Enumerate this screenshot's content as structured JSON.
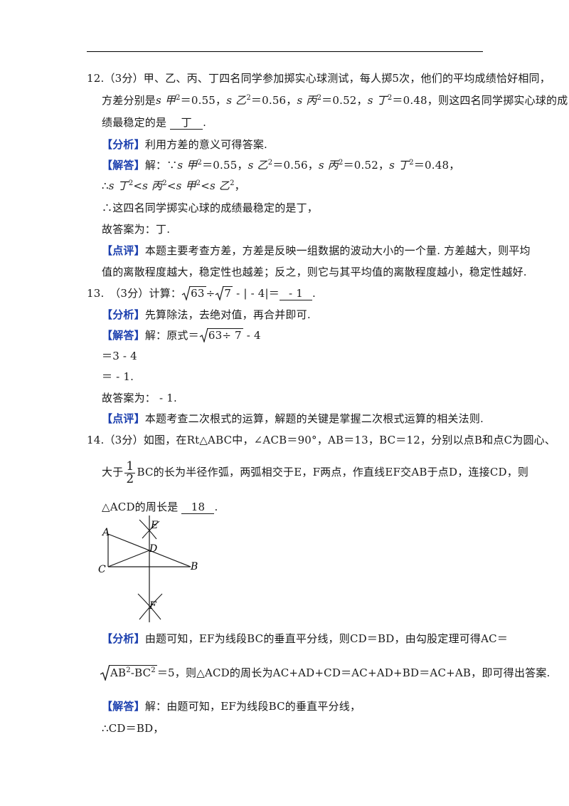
{
  "q12": {
    "line1": "12.（3分）甲、乙、丙、丁四名同学参加掷实心球测试，每人掷5次，他们的平均成绩恰好相同，",
    "line2": {
      "prefix": "方差分别是",
      "s_jia": "s 甲",
      "v_jia": "＝0.55，",
      "s_yi": "s 乙",
      "v_yi": "＝0.56，",
      "s_bing": "s 丙",
      "v_bing": "＝0.52，",
      "s_ding": "s 丁",
      "v_ding": "＝0.48，则这四名同学掷实心球的成"
    },
    "line3_prefix": "绩最稳定的是",
    "answer": "丁",
    "analysis_tag": "【分析】",
    "analysis": "利用方差的意义可得答案.",
    "solution_tag": "【解答】",
    "solution_line1": {
      "prefix": "解：∵",
      "s_jia": "s 甲",
      "v_jia": "＝0.55，",
      "s_yi": "s 乙",
      "v_yi": "＝0.56，",
      "s_bing": "s 丙",
      "v_bing": "＝0.52，",
      "s_ding": "s 丁",
      "v_ding": "＝0.48，"
    },
    "solution_line2": {
      "prefix": "∴",
      "a": "s 丁",
      "lt1": "<",
      "b": "s 丙",
      "lt2": "<",
      "c": "s 甲",
      "lt3": "<",
      "d": "s 乙",
      "end": "，"
    },
    "solution_line3": "∴这四名同学掷实心球的成绩最稳定的是丁，",
    "conclusion": "故答案为：丁.",
    "comment_tag": "【点评】",
    "comment_line1": "本题主要考查方差，方差是反映一组数据的波动大小的一个量. 方差越大，则平均",
    "comment_line2": "值的离散程度越大，稳定性也越差；反之，则它与其平均值的离散程度越小，稳定性越好."
  },
  "q13": {
    "prefix": "13.　（3分）计算：",
    "rad1": "63",
    "div": "÷",
    "rad2": "7",
    "rest": " - | - 4|＝",
    "answer": " - 1",
    "analysis_tag": "【分析】",
    "analysis": "先算除法，去绝对值，再合并即可.",
    "solution_tag": "【解答】",
    "solution_prefix": "解：原式＝",
    "solution_rad": "63÷ 7",
    "solution_rest": " - 4",
    "step2": "＝3 - 4",
    "step3": "＝ - 1.",
    "conclusion": "故答案为： - 1.",
    "comment_tag": "【点评】",
    "comment": "本题考查二次根式的运算，解题的关键是掌握二次根式运算的相关法则."
  },
  "q14": {
    "line1": "14.（3分）如图，在Rt△ABC中，∠ACB＝90°，AB＝13，BC＝12，分别以点B和点C为圆心、",
    "line2_prefix": "大于",
    "frac_num": "1",
    "frac_den": "2",
    "line2_rest": "BC的长为半径作弧，两弧相交于E，F两点，作直线EF交AB于点D，连接CD，则",
    "line3_prefix": "△ACD的周长是",
    "answer": "18",
    "figure_labels": {
      "A": "A",
      "B": "B",
      "C": "C",
      "D": "D",
      "E": "E",
      "F": "F"
    },
    "analysis_tag": "【分析】",
    "analysis_line1": "由题可知，EF为线段BC的垂直平分线，则CD＝BD，由勾股定理可得AC＝",
    "analysis_rad_a": "AB",
    "analysis_rad_minus": "-BC",
    "analysis_sup": "2",
    "analysis_line2_rest": "＝5，则△ACD的周长为AC+AD+CD＝AC+AD+BD＝AC+AB，即可得出答案.",
    "solution_tag": "【解答】",
    "solution": "解：由题可知，EF为线段BC的垂直平分线，",
    "solution_line2": "∴CD＝BD，"
  }
}
